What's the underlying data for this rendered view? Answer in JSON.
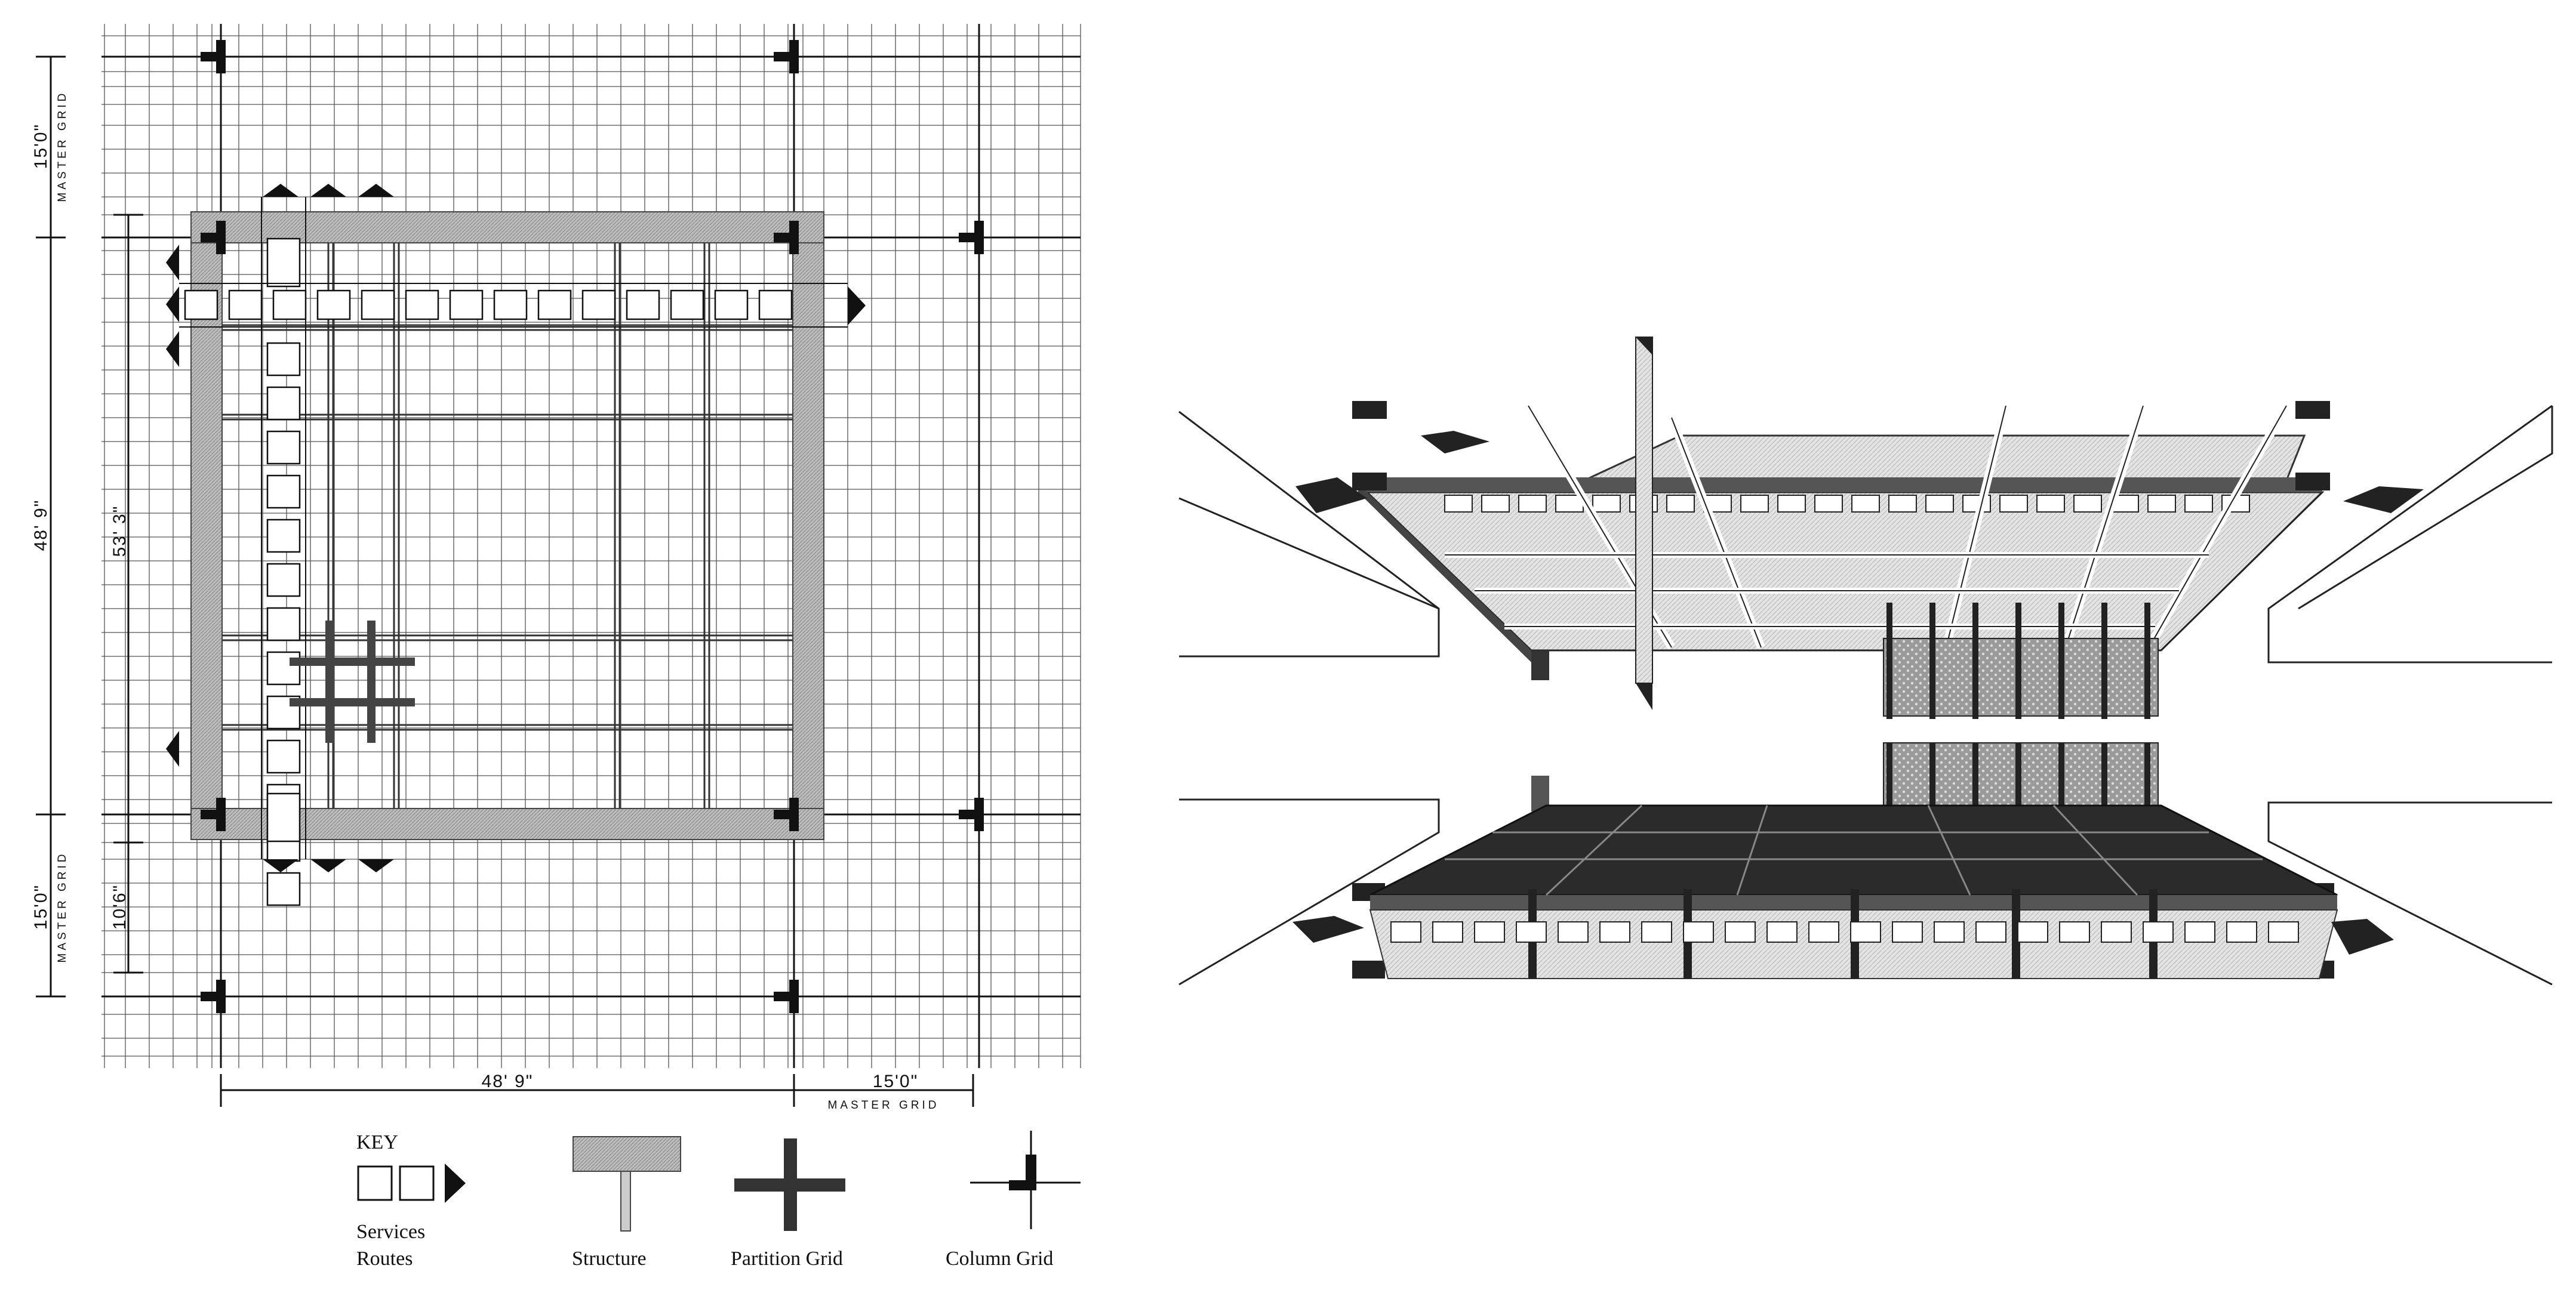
{
  "plan": {
    "dimensions": {
      "top_master_grid": "15'0\"",
      "top_master_grid_label": "MASTER GRID",
      "left_side": "48' 9\"",
      "inner_side": "53' 3\"",
      "bottom_master_grid": "15'0\"",
      "bottom_master_grid_label": "MASTER GRID",
      "inner_bottom": "10'6\"",
      "bottom_width": "48' 9\"",
      "right_master_grid": "15'0\"",
      "right_master_grid_label": "MASTER GRID"
    }
  },
  "key": {
    "title": "KEY",
    "services_line1": "Services",
    "services_line2": "Routes",
    "structure": "Structure",
    "partition_grid": "Partition Grid",
    "column_grid": "Column Grid"
  }
}
